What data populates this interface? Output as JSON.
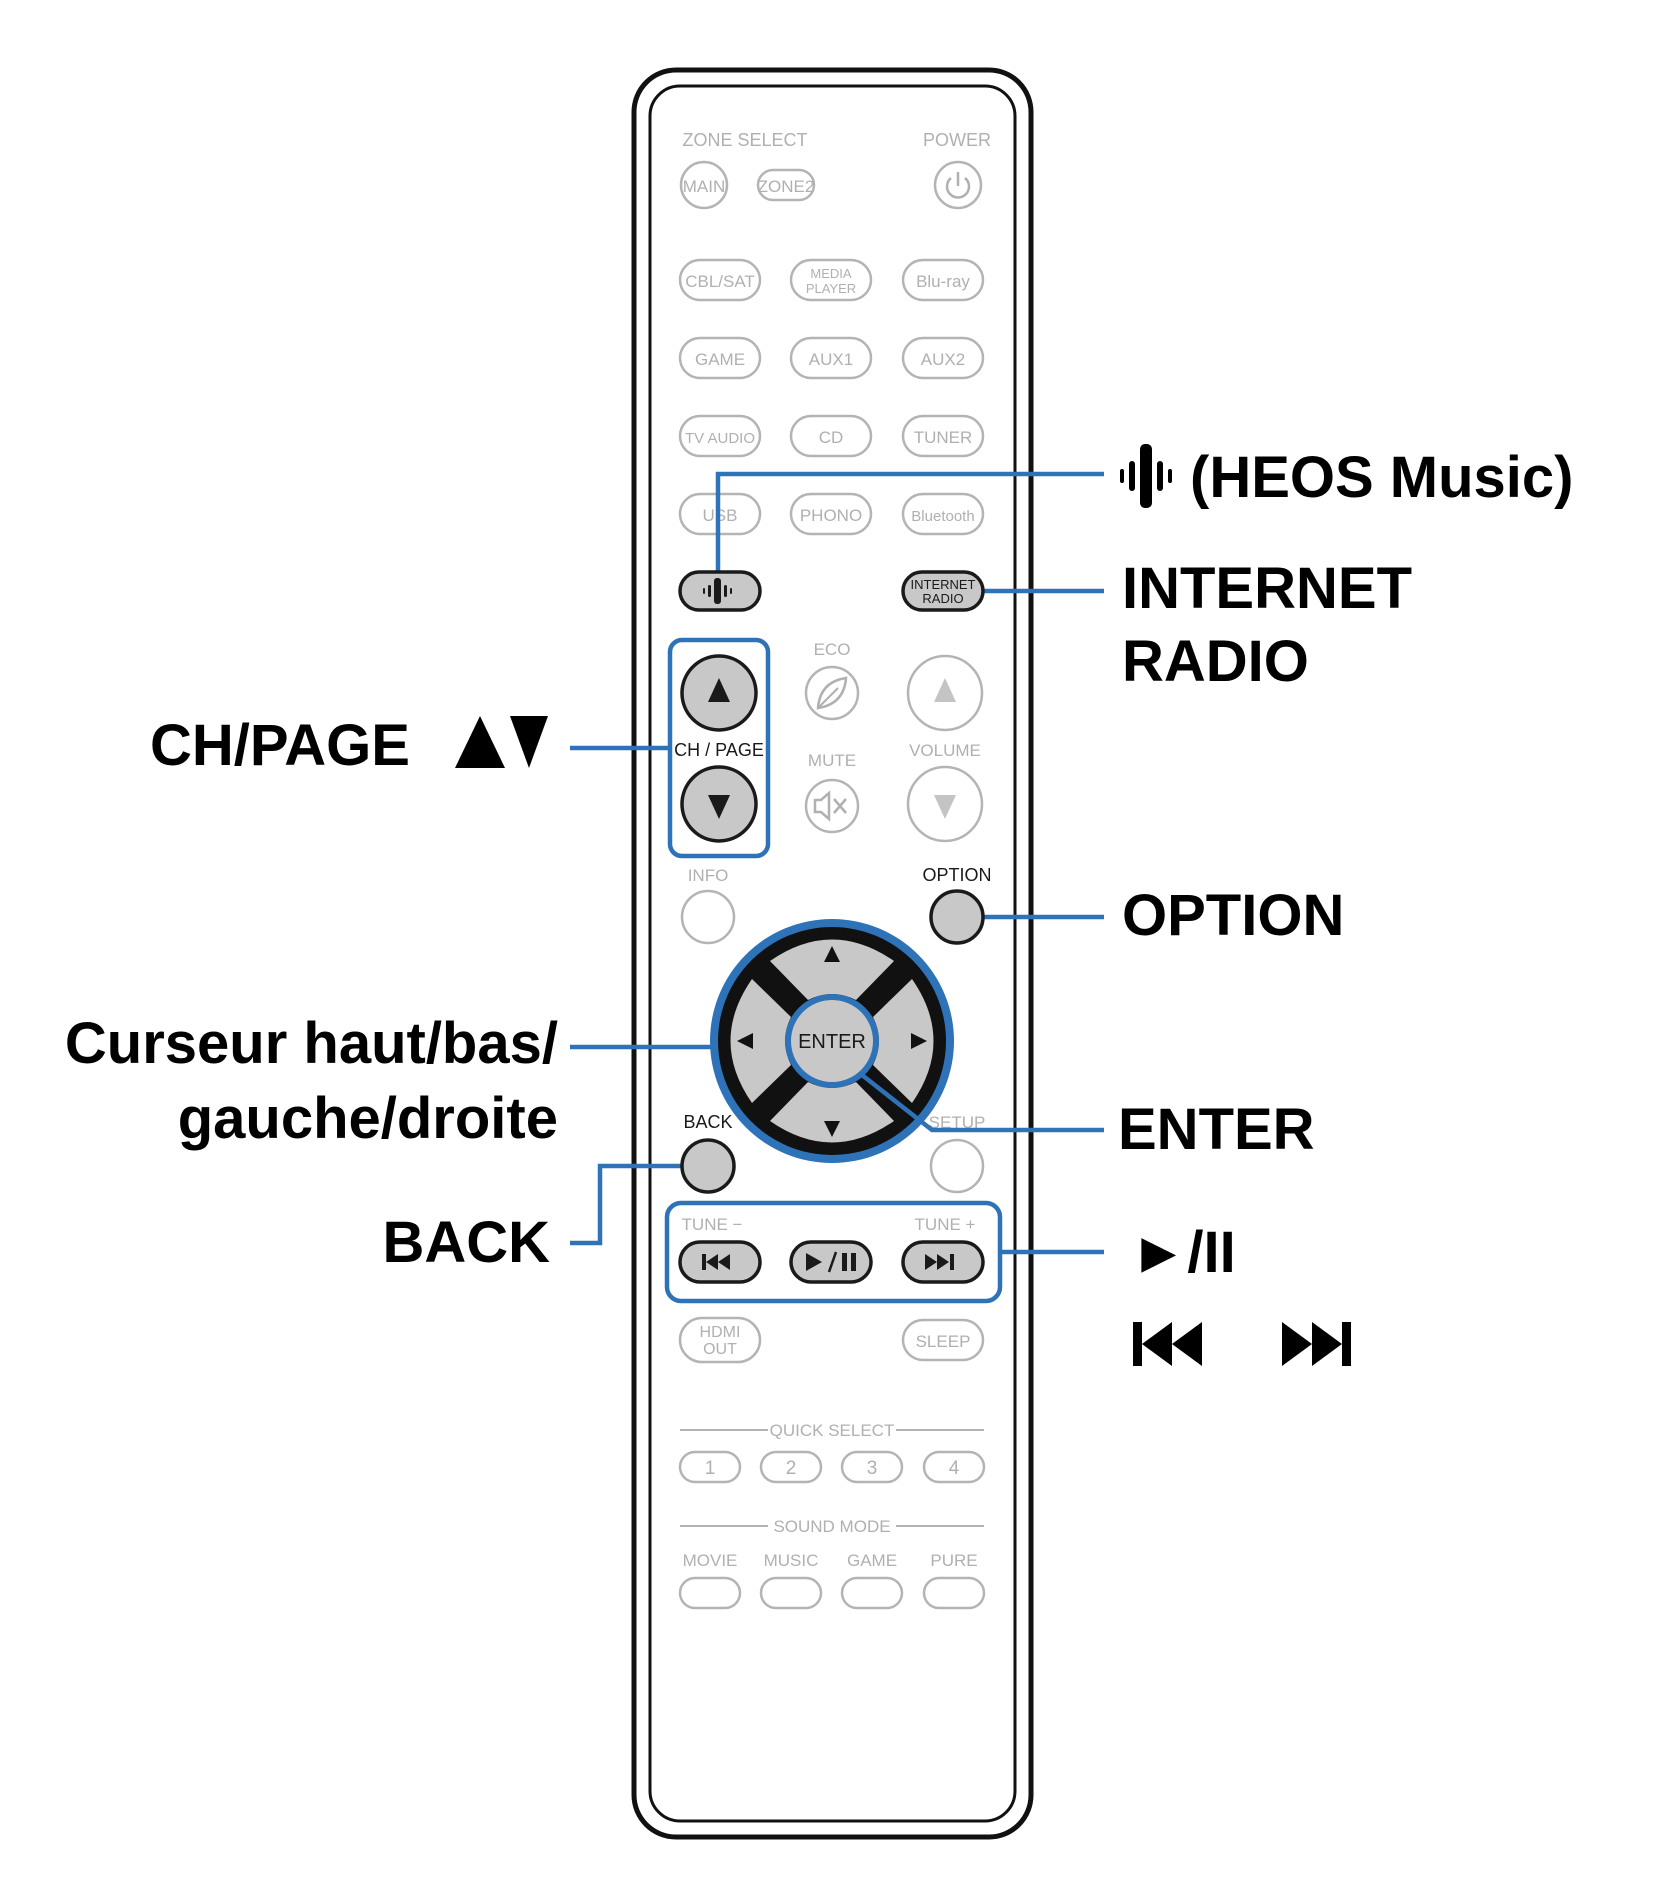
{
  "remote": {
    "zone_select": "ZONE SELECT",
    "power": "POWER",
    "main": "MAIN",
    "zone2": "ZONE2",
    "cbl_sat": "CBL/SAT",
    "media_player_1": "MEDIA",
    "media_player_2": "PLAYER",
    "bluray": "Blu-ray",
    "game": "GAME",
    "aux1": "AUX1",
    "aux2": "AUX2",
    "tv_audio": "TV AUDIO",
    "cd": "CD",
    "tuner": "TUNER",
    "usb": "USB",
    "phono": "PHONO",
    "bluetooth": "Bluetooth",
    "internet_radio_1": "INTERNET",
    "internet_radio_2": "RADIO",
    "eco": "ECO",
    "ch_page": "CH / PAGE",
    "mute": "MUTE",
    "volume": "VOLUME",
    "info": "INFO",
    "option": "OPTION",
    "enter": "ENTER",
    "back": "BACK",
    "setup": "SETUP",
    "tune_minus": "TUNE −",
    "tune_plus": "TUNE +",
    "hdmi_out_1": "HDMI",
    "hdmi_out_2": "OUT",
    "sleep": "SLEEP",
    "quick_select": "QUICK SELECT",
    "qs": [
      "1",
      "2",
      "3",
      "4"
    ],
    "sound_mode": "SOUND MODE",
    "modes": [
      "MOVIE",
      "MUSIC",
      "GAME",
      "PURE"
    ]
  },
  "callouts": {
    "heos": "(HEOS Music)",
    "internet_radio_1": "INTERNET",
    "internet_radio_2": "RADIO",
    "ch_page": "CH/PAGE",
    "option": "OPTION",
    "cursor_1": "Curseur haut/bas/",
    "cursor_2": "gauche/droite",
    "enter": "ENTER",
    "back": "BACK",
    "play_pause": "►/II"
  },
  "colors": {
    "leader": "#2e72b8",
    "active_fill": "#c8c8c8",
    "inactive": "#b4b4b4"
  }
}
